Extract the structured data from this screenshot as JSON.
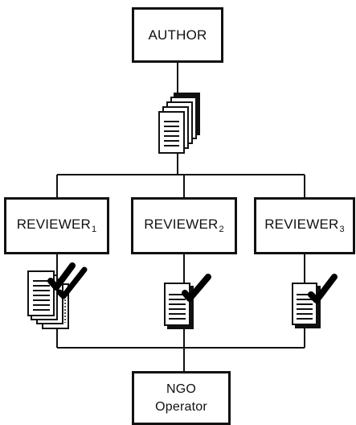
{
  "diagram": {
    "author": {
      "label": "AUTHOR"
    },
    "reviewers": [
      {
        "label": "REVIEWER",
        "subscript": "1"
      },
      {
        "label": "REVIEWER",
        "subscript": "2"
      },
      {
        "label": "REVIEWER",
        "subscript": "3"
      }
    ],
    "operator": {
      "line1": "NGO",
      "line2": "Operator"
    },
    "icons": {
      "submission": "document-stack-icon",
      "reviewer_1_feedback": "document-stack-checkmark-icon",
      "reviewer_2_feedback": "document-checkmark-icon",
      "reviewer_3_feedback": "document-checkmark-icon"
    },
    "colors": {
      "line": "#111111",
      "background": "#ffffff"
    }
  }
}
